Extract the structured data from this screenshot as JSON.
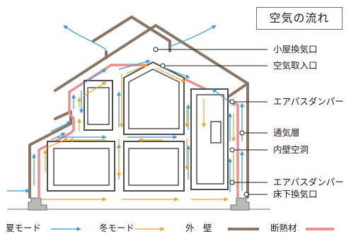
{
  "title": "空気の流れ",
  "labels": {
    "roof_vent": "小屋換気口",
    "air_intake": "空気取入口",
    "air_damper_top": "エアパスダンパー",
    "ventilation_layer": "通気層",
    "inner_wall_cavity": "内壁空洞",
    "air_damper_bottom": "エアパスダンパー",
    "underfloor_vent": "床下換気口"
  },
  "legend": {
    "summer_mode": "夏モード",
    "winter_mode": "冬モード",
    "outer_wall": "外　壁",
    "insulation": "断熱材"
  },
  "colors": {
    "summer_arrow": "#2e9bd6",
    "winter_arrow": "#f2a21b",
    "outer_wall": "#8b7565",
    "insulation": "#ef8d8f",
    "room_outline": "#4d4d4d",
    "foundation": "#b9b9b9"
  },
  "icons": [
    "arrow-right-icon",
    "arrow-up-icon"
  ]
}
